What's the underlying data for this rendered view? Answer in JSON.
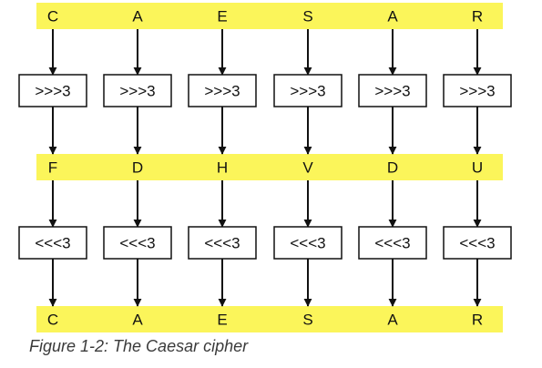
{
  "colors": {
    "band": "#fbf55a",
    "line": "#111111",
    "text": "#111111"
  },
  "row1": [
    "C",
    "A",
    "E",
    "S",
    "A",
    "R"
  ],
  "enc": [
    ">>>3",
    ">>>3",
    ">>>3",
    ">>>3",
    ">>>3",
    ">>>3"
  ],
  "row2": [
    "F",
    "D",
    "H",
    "V",
    "D",
    "U"
  ],
  "dec": [
    "<<<3",
    "<<<3",
    "<<<3",
    "<<<3",
    "<<<3",
    "<<<3"
  ],
  "row3": [
    "C",
    "A",
    "E",
    "S",
    "A",
    "R"
  ],
  "caption": "Figure 1-2: The Caesar cipher"
}
